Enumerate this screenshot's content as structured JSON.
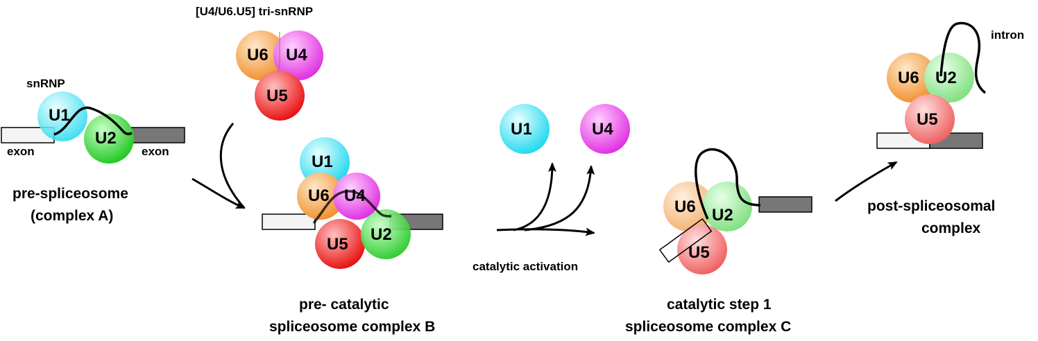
{
  "colors": {
    "U1": "#33e0f0",
    "U2": "#3ad83a",
    "U4": "#ee44ee",
    "U5": "#ee2020",
    "U6": "#f6a650",
    "exon_left": "#f2f2f2",
    "exon_right": "#777777"
  },
  "labels": {
    "tri_snrnp": "[U4/U6.U5]  tri-snRNP",
    "snrnp": "snRNP",
    "exon_left": "exon",
    "exon_right": "exon",
    "pre_spliceosome_line1": "pre-spliceosome",
    "pre_spliceosome_line2": "(complex A)",
    "catalytic_activation": "catalytic activation",
    "complex_b_line1": "pre- catalytic",
    "complex_b_line2": "spliceosome complex B",
    "complex_c_line1": "catalytic step 1",
    "complex_c_line2": "spliceosome complex C",
    "post_line1": "post-spliceosomal",
    "post_line2": "complex",
    "intron": "intron"
  },
  "snrnp_names": {
    "U1": "U1",
    "U2": "U2",
    "U4": "U4",
    "U5": "U5",
    "U6": "U6"
  }
}
